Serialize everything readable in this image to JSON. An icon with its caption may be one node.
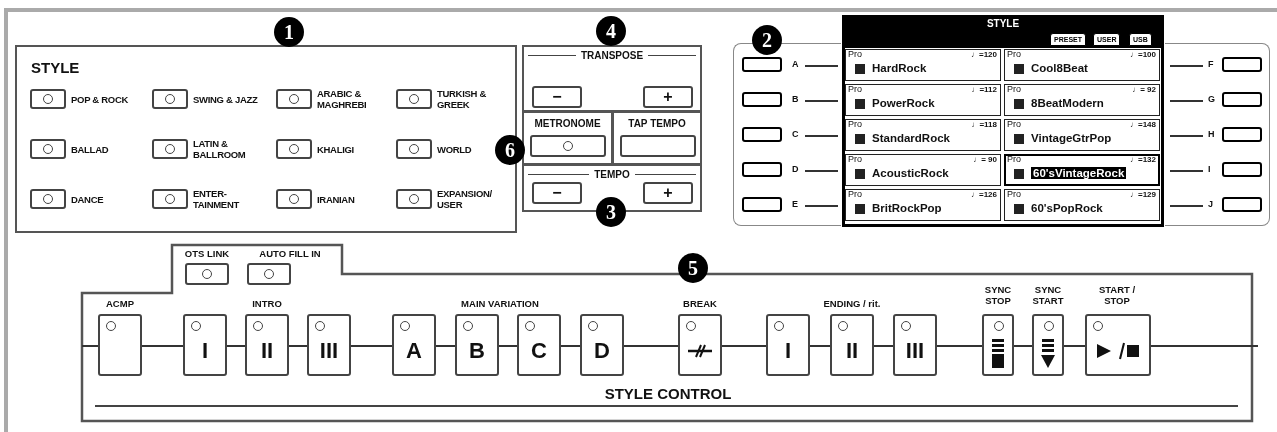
{
  "diagram": {
    "nodes": [
      {
        "text": [
          "STYLE"
        ]
      },
      {
        "text": [
          "TRANSPOSE"
        ]
      },
      {
        "text": [
          "METRONOME"
        ]
      },
      {
        "text": [
          "TAP TEMPO"
        ]
      },
      {
        "text": [
          "TEMPO"
        ]
      },
      {
        "text": [
          "STYLE"
        ]
      },
      {
        "text": [
          "STYLE CONTROL"
        ]
      }
    ],
    "labels": [
      "1",
      "POP & ROCK",
      "SWING & JAZZ",
      "ARABIC & MAGHREBI",
      "TURKISH & GREEK",
      "BALLAD",
      "LATIN & BALLROOM",
      "KHALIGI",
      "WORLD",
      "DANCE",
      "ENTER- TAINMENT",
      "IRANIAN",
      "EXPANSION/ USER",
      "4",
      "−",
      "+",
      "6",
      "−",
      "+",
      "3",
      "2",
      "PRESET",
      "USER",
      "USB",
      "A",
      "B",
      "C",
      "D",
      "E",
      "F",
      "G",
      "H",
      "I",
      "J",
      "Pro",
      "HardRock",
      "♩=120",
      "Pro",
      "Cool8Beat",
      "♩=100",
      "Pro",
      "PowerRock",
      "♩=112",
      "Pro",
      "8BeatModern",
      "♩= 92",
      "Pro",
      "StandardRock",
      "♩=118",
      "Pro",
      "VintageGtrPop",
      "♩=148",
      "Pro",
      "AcousticRock",
      "♩= 90",
      "Pro",
      "60'sVintageRock",
      "♩=132",
      "Pro",
      "BritRockPop",
      "♩=126",
      "Pro",
      "60'sPopRock",
      "♩=129",
      "5",
      "OTS LINK",
      "AUTO FILL IN",
      "ACMP",
      "INTRO",
      "MAIN VARIATION",
      "BREAK",
      "ENDING / rit.",
      "SYNC STOP",
      "SYNC START",
      "START / STOP",
      "I",
      "II",
      "III",
      "A",
      "B",
      "C",
      "D",
      "I",
      "II",
      "III"
    ]
  }
}
